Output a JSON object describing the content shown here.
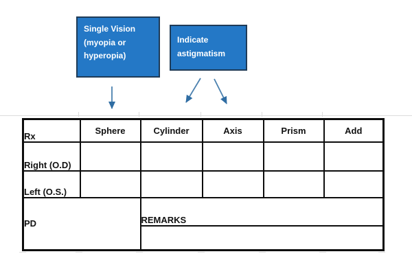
{
  "callouts": [
    {
      "lines": [
        "Single Vision",
        "(myopia or",
        "hyperopia)"
      ]
    },
    {
      "lines": [
        "Indicate",
        "astigmatism"
      ]
    }
  ],
  "table": {
    "headers": [
      "Rx",
      "Sphere",
      "Cylinder",
      "Axis",
      "Prism",
      "Add"
    ],
    "row_labels": [
      "Right (O.D)",
      "Left (O.S.)"
    ],
    "pd_label": "PD",
    "remarks_label": "REMARKS"
  },
  "colors": {
    "callout_fill": "#2478C6",
    "callout_border": "#1F3B57",
    "callout_text": "#FFFFFF",
    "arrow": "#4A80AE",
    "arrowhead": "#2F6DA3",
    "table_border": "#0D0D0D",
    "table_text": "#111111",
    "gridline": "#DCDCDC"
  }
}
